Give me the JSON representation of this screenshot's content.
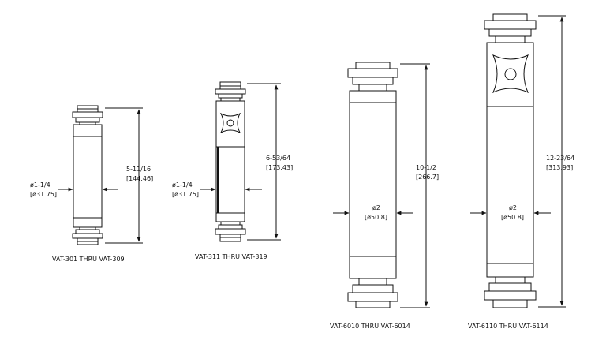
{
  "units": [
    {
      "id": "vat301",
      "caption": "VAT-301 THRU VAT-309",
      "length_in": "5-11/16",
      "length_mm": "[144.46]",
      "dia_in": "ø1-1/4",
      "dia_mm": "[ø31.75]",
      "has_handle": false
    },
    {
      "id": "vat311",
      "caption": "VAT-311 THRU VAT-319",
      "length_in": "6-53/64",
      "length_mm": "[173.43]",
      "dia_in": "ø1-1/4",
      "dia_mm": "[ø31.75]",
      "has_handle": true
    },
    {
      "id": "vat6010",
      "caption": "VAT-6010 THRU VAT-6014",
      "length_in": "10-1/2",
      "length_mm": "[266.7]",
      "dia_in": "ø2",
      "dia_mm": "[ø50.8]",
      "has_handle": false
    },
    {
      "id": "vat6110",
      "caption": "VAT-6110 THRU VAT-6114",
      "length_in": "12-23/64",
      "length_mm": "[313.93]",
      "dia_in": "ø2",
      "dia_mm": "[ø50.8]",
      "has_handle": true
    }
  ]
}
